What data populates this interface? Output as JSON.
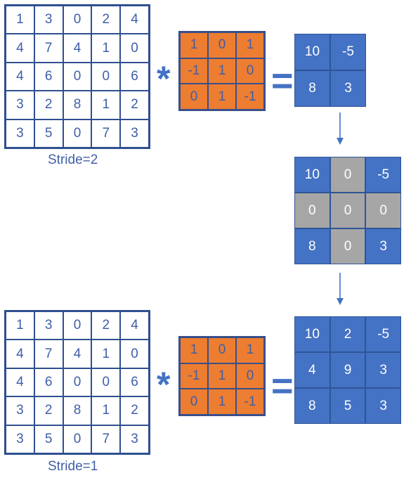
{
  "top": {
    "input": [
      [
        1,
        3,
        0,
        2,
        4
      ],
      [
        4,
        7,
        4,
        1,
        0
      ],
      [
        4,
        6,
        0,
        0,
        6
      ],
      [
        3,
        2,
        8,
        1,
        2
      ],
      [
        3,
        5,
        0,
        7,
        3
      ]
    ],
    "kernel": [
      [
        1,
        0,
        1
      ],
      [
        -1,
        1,
        0
      ],
      [
        0,
        1,
        -1
      ]
    ],
    "output": [
      [
        10,
        -5
      ],
      [
        8,
        3
      ]
    ],
    "caption": "Stride=2",
    "star": "*",
    "equals": "="
  },
  "upsampled": [
    [
      10,
      0,
      -5
    ],
    [
      0,
      0,
      0
    ],
    [
      8,
      0,
      3
    ]
  ],
  "bottom": {
    "input": [
      [
        1,
        3,
        0,
        2,
        4
      ],
      [
        4,
        7,
        4,
        1,
        0
      ],
      [
        4,
        6,
        0,
        0,
        6
      ],
      [
        3,
        2,
        8,
        1,
        2
      ],
      [
        3,
        5,
        0,
        7,
        3
      ]
    ],
    "kernel": [
      [
        1,
        0,
        1
      ],
      [
        -1,
        1,
        0
      ],
      [
        0,
        1,
        -1
      ]
    ],
    "output": [
      [
        10,
        2,
        -5
      ],
      [
        4,
        9,
        3
      ],
      [
        8,
        5,
        3
      ]
    ],
    "caption": "Stride=1",
    "star": "*",
    "equals": "="
  },
  "colors": {
    "grid_border": "#2f4f8f",
    "kernel_fill": "#ed7d31",
    "output_fill": "#4472c4",
    "inserted_zero_fill": "#a6a6a6",
    "text_blue": "#3f5ea8"
  }
}
